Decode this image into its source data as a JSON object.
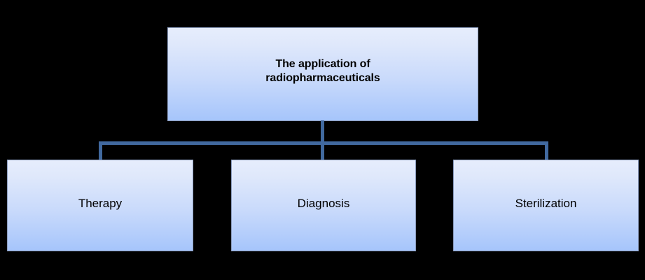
{
  "diagram": {
    "title": "The application of radiopharmaceuticals",
    "background_color": "#000000",
    "connector_color": "#41699f",
    "node_fill_top": "#e6edfc",
    "node_fill_bottom": "#a6c5fb",
    "node_border_color": "#8a9bbd",
    "text_color": "#000000",
    "root": {
      "label_line1": "The application of",
      "label_line2": "radiopharmaceuticals",
      "label": "The application of radiopharmaceuticals"
    },
    "children": [
      {
        "label": "Therapy"
      },
      {
        "label": "Diagnosis"
      },
      {
        "label": "Sterilization"
      }
    ]
  }
}
